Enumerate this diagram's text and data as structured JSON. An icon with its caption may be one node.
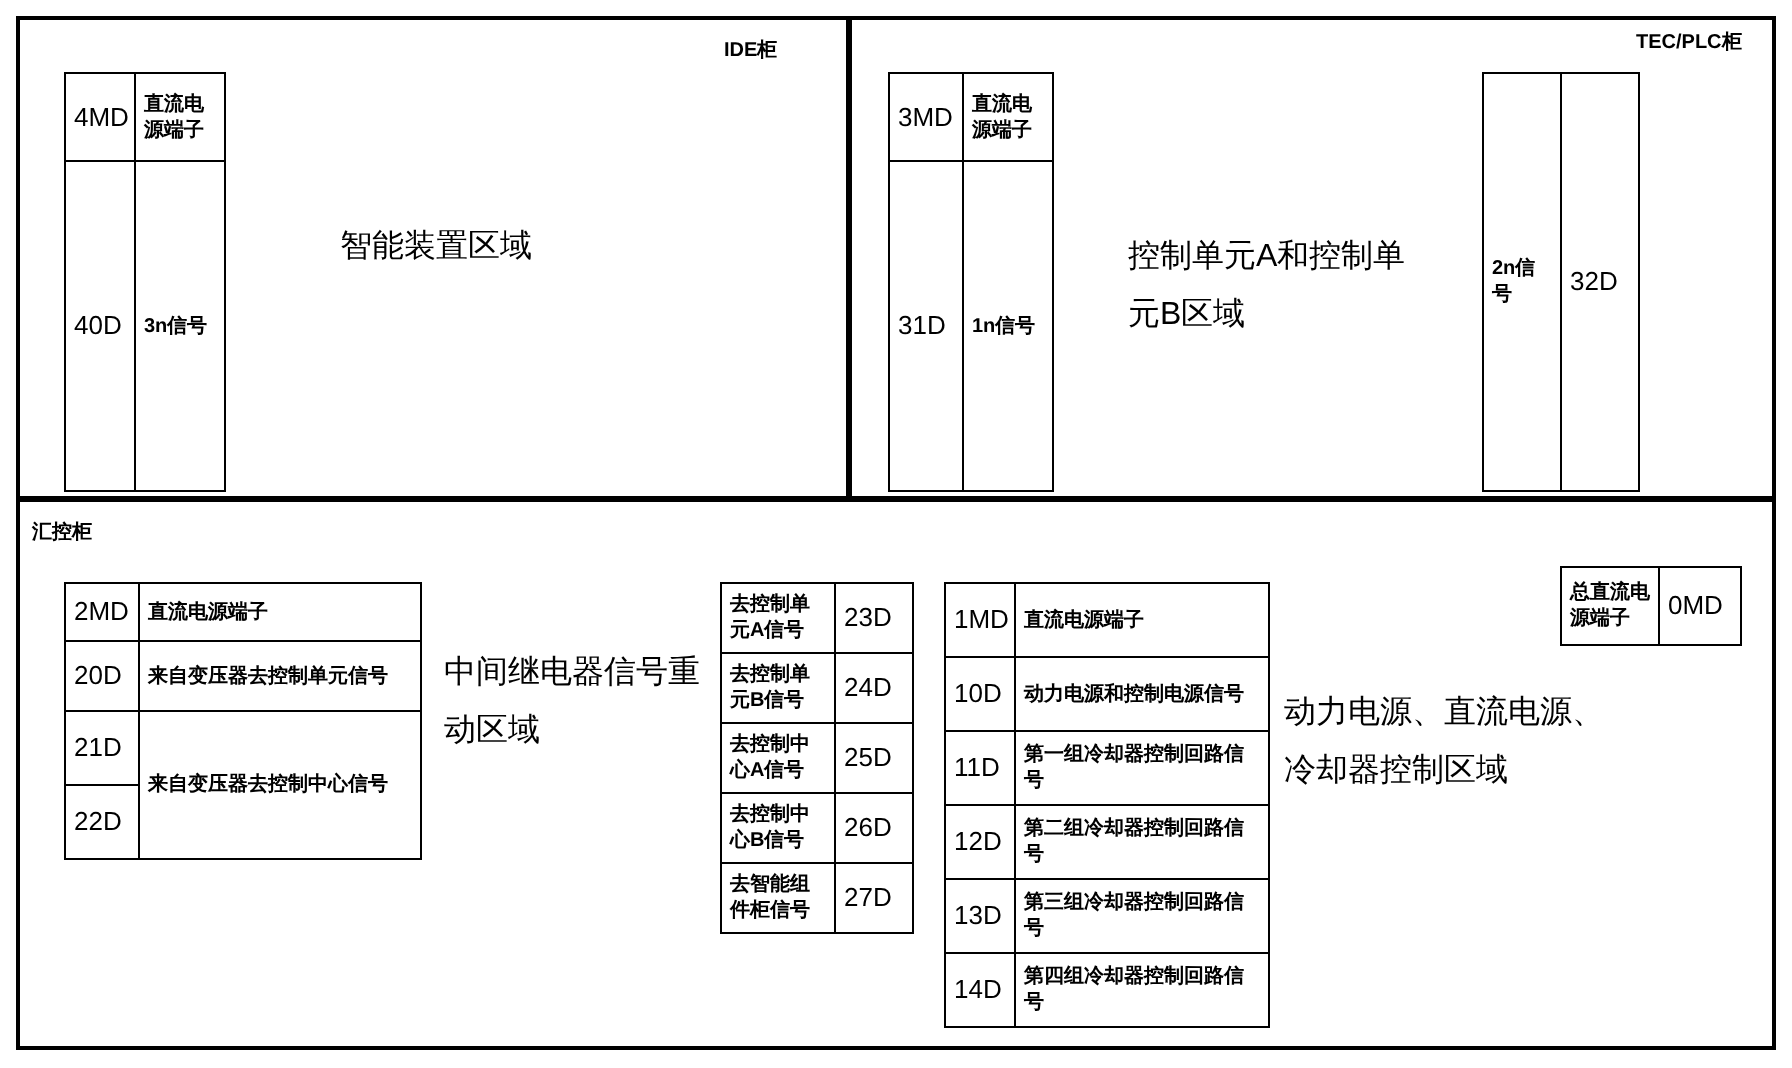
{
  "diagram": {
    "nodes": [
      {
        "text": [
          "IDE柜",
          "智能装置区域"
        ]
      },
      {
        "text": [
          "4MD"
        ],
        "in": 0
      },
      {
        "text": [
          "直流电源端子"
        ],
        "in": 0
      },
      {
        "text": [
          "40D"
        ],
        "in": 0
      },
      {
        "text": [
          "3n信号"
        ],
        "in": 0
      },
      {
        "text": [
          "TEC/PLC柜",
          "控制单元A和控制单元B区域"
        ]
      },
      {
        "text": [
          "3MD"
        ],
        "in": 5
      },
      {
        "text": [
          "直流电源端子"
        ],
        "in": 5
      },
      {
        "text": [
          "31D"
        ],
        "in": 5
      },
      {
        "text": [
          "1n信号"
        ],
        "in": 5
      },
      {
        "text": [
          "2n信号"
        ],
        "in": 5
      },
      {
        "text": [
          "32D"
        ],
        "in": 5
      },
      {
        "text": [
          "汇控柜",
          "中间继电器信号重动区域",
          "动力电源、直流电源、冷却器控制区域"
        ]
      },
      {
        "text": [
          "2MD"
        ],
        "in": 12
      },
      {
        "text": [
          "直流电源端子"
        ],
        "in": 12
      },
      {
        "text": [
          "20D"
        ],
        "in": 12
      },
      {
        "text": [
          "来自变压器去控制单元信号"
        ],
        "in": 12
      },
      {
        "text": [
          "21D"
        ],
        "in": 12
      },
      {
        "text": [
          "来自变压器去控制中心信号"
        ],
        "in": 12
      },
      {
        "text": [
          "22D"
        ],
        "in": 12
      },
      {
        "text": [
          "去控制单元A信号"
        ],
        "in": 12
      },
      {
        "text": [
          "23D"
        ],
        "in": 12
      },
      {
        "text": [
          "去控制单元B信号"
        ],
        "in": 12
      },
      {
        "text": [
          "24D"
        ],
        "in": 12
      },
      {
        "text": [
          "去控制中心A信号"
        ],
        "in": 12
      },
      {
        "text": [
          "25D"
        ],
        "in": 12
      },
      {
        "text": [
          "去控制中心B信号"
        ],
        "in": 12
      },
      {
        "text": [
          "26D"
        ],
        "in": 12
      },
      {
        "text": [
          "去智能组件柜信号"
        ],
        "in": 12
      },
      {
        "text": [
          "27D"
        ],
        "in": 12
      },
      {
        "text": [
          "1MD"
        ],
        "in": 12
      },
      {
        "text": [
          "直流电源端子"
        ],
        "in": 12
      },
      {
        "text": [
          "10D"
        ],
        "in": 12
      },
      {
        "text": [
          "动力电源和控制电源信号"
        ],
        "in": 12
      },
      {
        "text": [
          "11D"
        ],
        "in": 12
      },
      {
        "text": [
          "第一组冷却器控制回路信号"
        ],
        "in": 12
      },
      {
        "text": [
          "12D"
        ],
        "in": 12
      },
      {
        "text": [
          "第二组冷却器控制回路信号"
        ],
        "in": 12
      },
      {
        "text": [
          "13D"
        ],
        "in": 12
      },
      {
        "text": [
          "第三组冷却器控制回路信号"
        ],
        "in": 12
      },
      {
        "text": [
          "14D"
        ],
        "in": 12
      },
      {
        "text": [
          "第四组冷却器控制回路信号"
        ],
        "in": 12
      },
      {
        "text": [
          "总直流电源端子"
        ],
        "in": 12
      },
      {
        "text": [
          "0MD"
        ],
        "in": 12
      }
    ]
  }
}
